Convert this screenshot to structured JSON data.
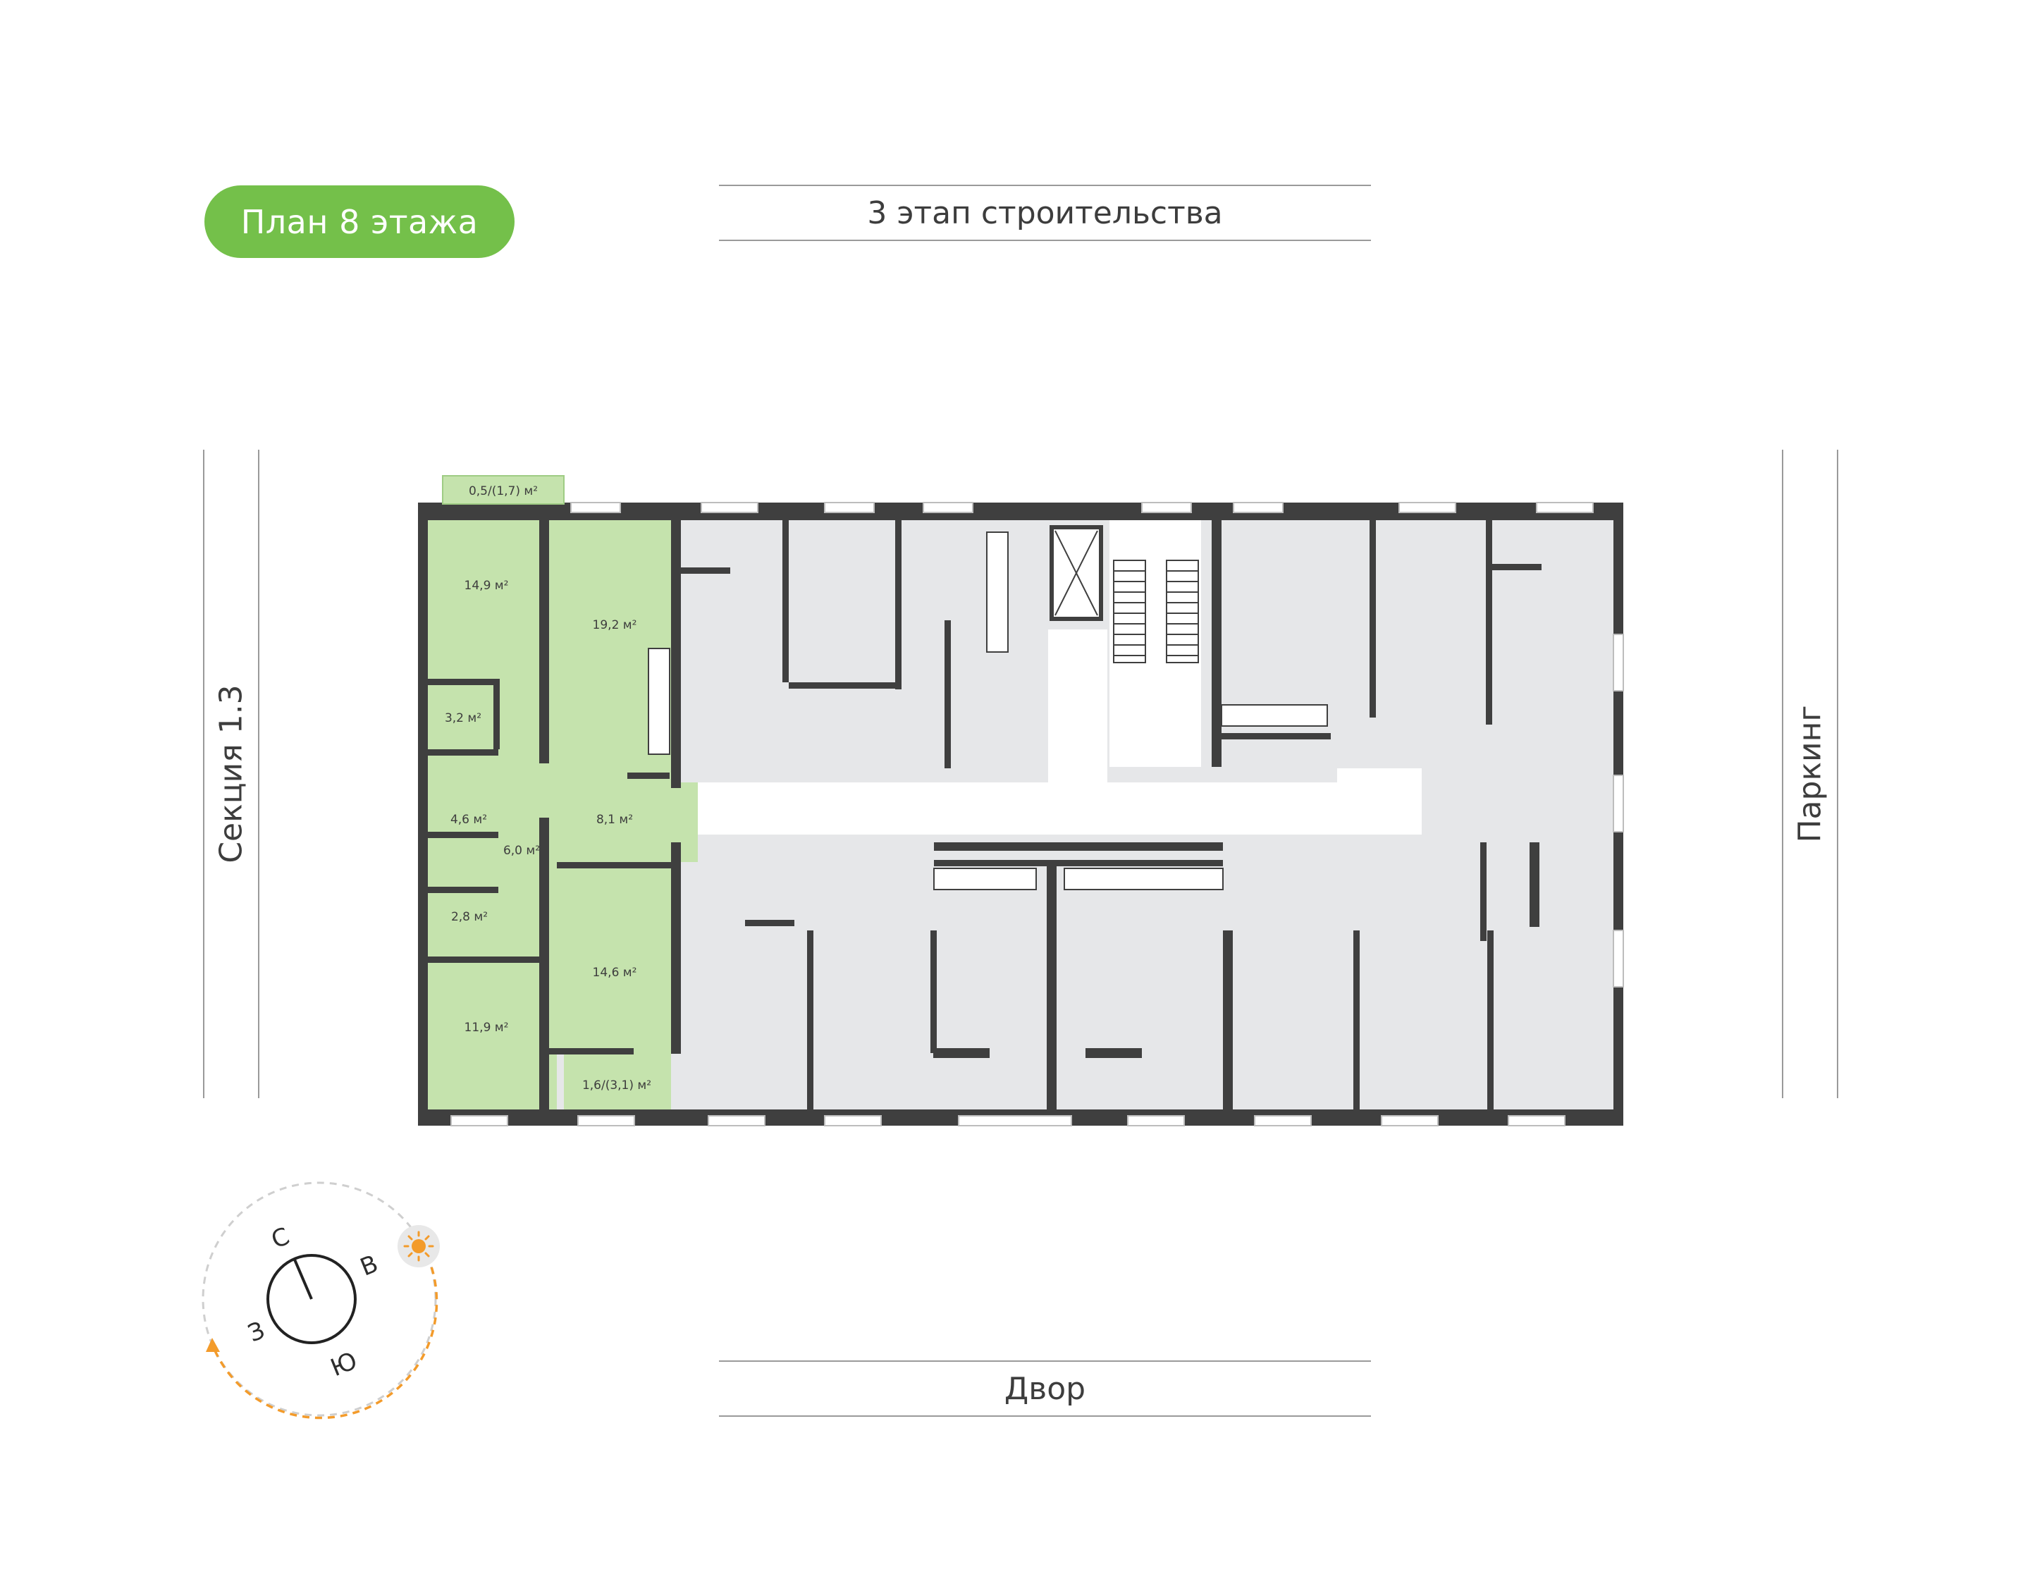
{
  "header": {
    "floor_badge": "План 8 этажа",
    "top_label": "3 этап строительства",
    "bottom_label": "Двор",
    "left_label": "Секция 1.3",
    "right_label": "Паркинг"
  },
  "areas": {
    "balcony_top": "0,5/(1,7) м²",
    "room_149": "14,9 м²",
    "room_192": "19,2 м²",
    "room_32": "3,2 м²",
    "room_46": "4,6 м²",
    "room_60": "6,0 м²",
    "room_81": "8,1 м²",
    "room_28": "2,8 м²",
    "room_146": "14,6 м²",
    "room_119": "11,9 м²",
    "balcony_bottom": "1,6/(3,1) м²"
  },
  "compass": {
    "north": "С",
    "east": "В",
    "south": "Ю",
    "west": "З",
    "sun_icon": "sun-icon"
  },
  "colors": {
    "accent_green": "#74c04a",
    "selected_apartment": "#c5e3ad",
    "walls": "#3f3f3f",
    "rooms": "#e6e7e9",
    "sun_path": "#f39b2b"
  }
}
